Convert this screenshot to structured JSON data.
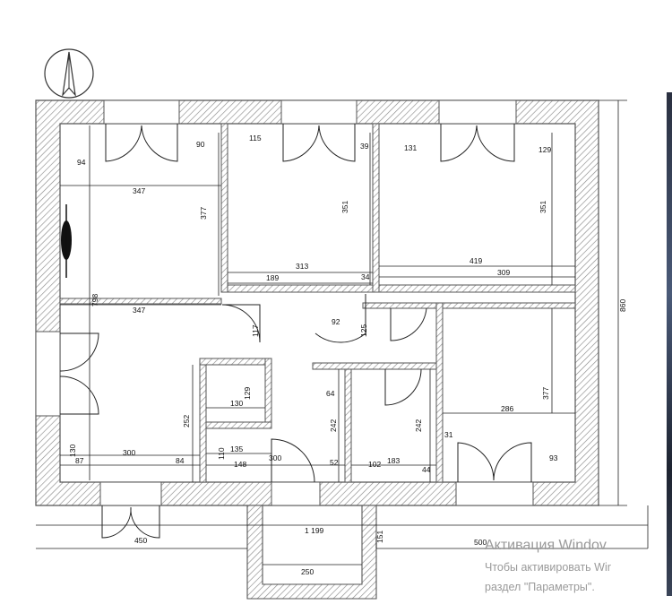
{
  "diagram": {
    "type": "floor-plan",
    "dimensions": [
      {
        "id": "d94",
        "text": "94"
      },
      {
        "id": "d90",
        "text": "90"
      },
      {
        "id": "d115",
        "text": "115"
      },
      {
        "id": "d39",
        "text": "39"
      },
      {
        "id": "d131",
        "text": "131"
      },
      {
        "id": "d129a",
        "text": "129"
      },
      {
        "id": "d347a",
        "text": "347"
      },
      {
        "id": "d377a",
        "text": "377"
      },
      {
        "id": "d351a",
        "text": "351"
      },
      {
        "id": "d351b",
        "text": "351"
      },
      {
        "id": "d313",
        "text": "313"
      },
      {
        "id": "d419",
        "text": "419"
      },
      {
        "id": "d189",
        "text": "189"
      },
      {
        "id": "d34",
        "text": "34"
      },
      {
        "id": "d309",
        "text": "309"
      },
      {
        "id": "d347b",
        "text": "347"
      },
      {
        "id": "d798",
        "text": "798"
      },
      {
        "id": "d92",
        "text": "92"
      },
      {
        "id": "d125",
        "text": "125"
      },
      {
        "id": "d117",
        "text": "117"
      },
      {
        "id": "d129b",
        "text": "129"
      },
      {
        "id": "d130a",
        "text": "130"
      },
      {
        "id": "d252",
        "text": "252"
      },
      {
        "id": "d64",
        "text": "64"
      },
      {
        "id": "d242a",
        "text": "242"
      },
      {
        "id": "d242b",
        "text": "242"
      },
      {
        "id": "d377b",
        "text": "377"
      },
      {
        "id": "d286",
        "text": "286"
      },
      {
        "id": "d31",
        "text": "31"
      },
      {
        "id": "d300a",
        "text": "300"
      },
      {
        "id": "d135",
        "text": "135"
      },
      {
        "id": "d110",
        "text": "110"
      },
      {
        "id": "d130b",
        "text": "130"
      },
      {
        "id": "d87",
        "text": "87"
      },
      {
        "id": "d84a",
        "text": "84"
      },
      {
        "id": "d148",
        "text": "148"
      },
      {
        "id": "d300b",
        "text": "300"
      },
      {
        "id": "d52",
        "text": "52"
      },
      {
        "id": "d102",
        "text": "102"
      },
      {
        "id": "d183",
        "text": "183"
      },
      {
        "id": "d44",
        "text": "44"
      },
      {
        "id": "d93",
        "text": "93"
      },
      {
        "id": "d860",
        "text": "860"
      },
      {
        "id": "d450",
        "text": "450"
      },
      {
        "id": "d1199",
        "text": "1 199"
      },
      {
        "id": "d250",
        "text": "250"
      },
      {
        "id": "d151",
        "text": "151"
      },
      {
        "id": "d500",
        "text": "500"
      }
    ]
  },
  "watermark": {
    "title": "Активация Windov",
    "line1": "Чтобы активировать Wir",
    "line2": "раздел \"Параметры\"."
  },
  "colors": {
    "wall": "#555555",
    "hatch": "#8a8a8a",
    "line": "#222222",
    "text": "#111111",
    "watermark": "#9a9a9a"
  }
}
